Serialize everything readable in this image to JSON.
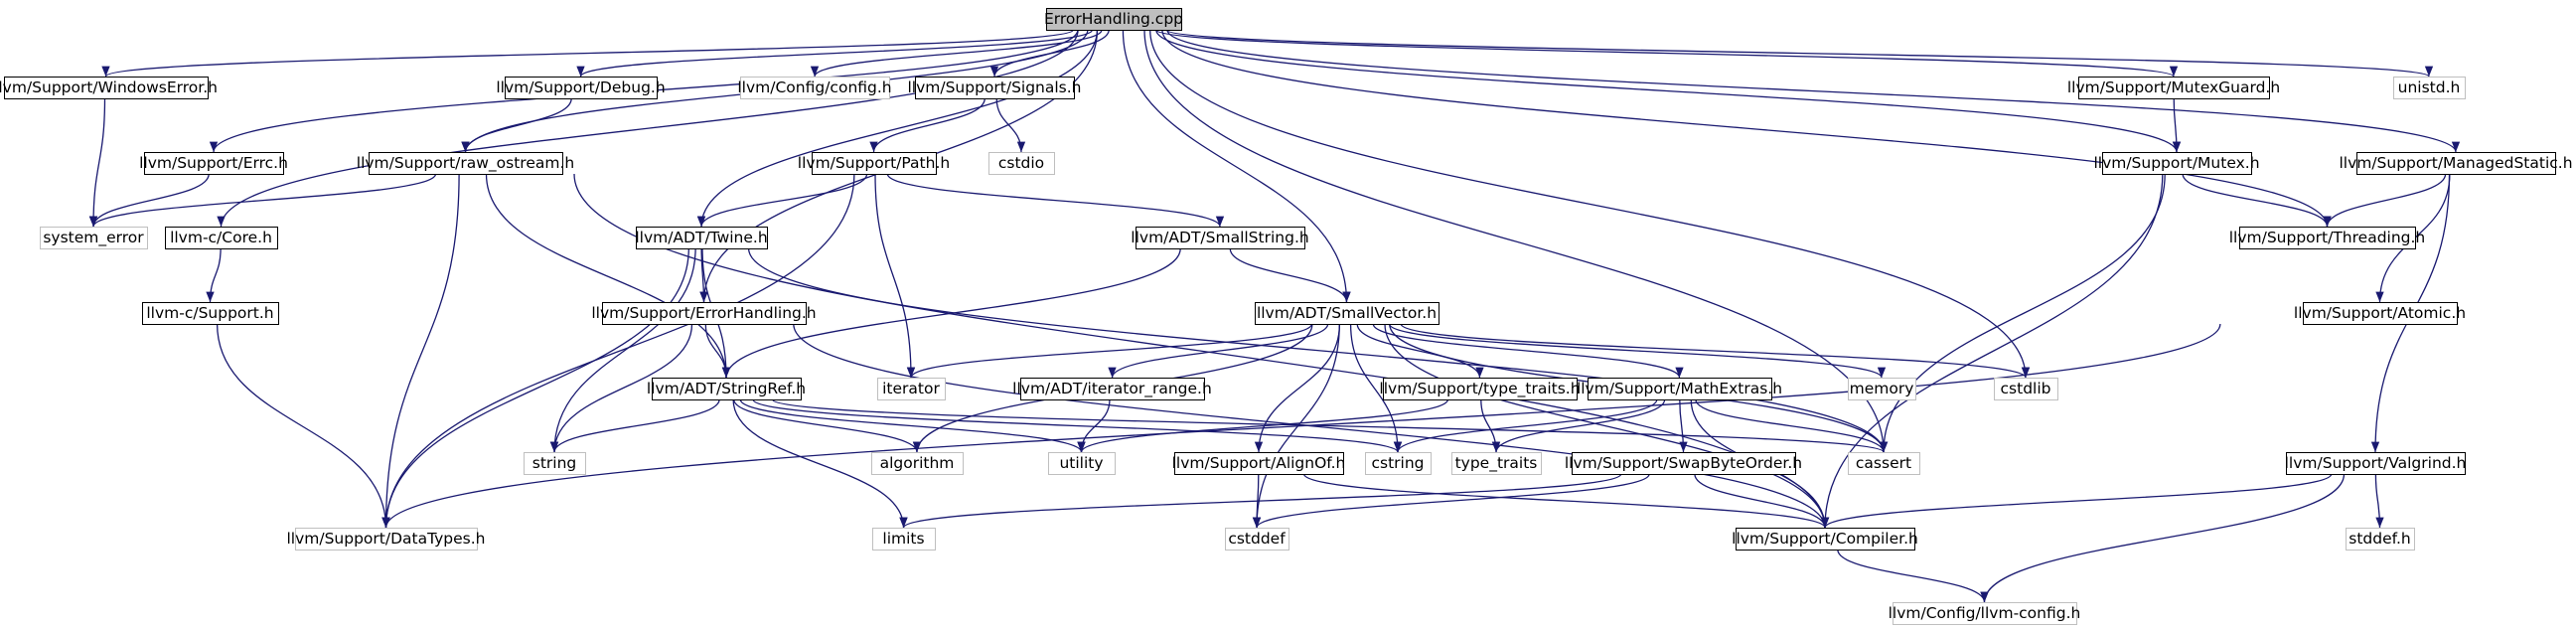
{
  "graph": {
    "edge_color": "#191970",
    "nodes": [
      {
        "id": "root",
        "label": "ErrorHandling.cpp",
        "kind": "root"
      },
      {
        "id": "winerr",
        "label": "llvm/Support/WindowsError.h",
        "kind": "doc"
      },
      {
        "id": "errc",
        "label": "llvm/Support/Errc.h",
        "kind": "doc"
      },
      {
        "id": "debug",
        "label": "llvm/Support/Debug.h",
        "kind": "doc"
      },
      {
        "id": "config",
        "label": "llvm/Config/config.h",
        "kind": "sys"
      },
      {
        "id": "signals",
        "label": "llvm/Support/Signals.h",
        "kind": "doc"
      },
      {
        "id": "mutexguard",
        "label": "llvm/Support/MutexGuard.h",
        "kind": "doc"
      },
      {
        "id": "unistd",
        "label": "unistd.h",
        "kind": "sys"
      },
      {
        "id": "raw_ostream",
        "label": "llvm/Support/raw_ostream.h",
        "kind": "doc"
      },
      {
        "id": "path",
        "label": "llvm/Support/Path.h",
        "kind": "doc"
      },
      {
        "id": "cstdio",
        "label": "cstdio",
        "kind": "sys"
      },
      {
        "id": "mutex",
        "label": "llvm/Support/Mutex.h",
        "kind": "doc"
      },
      {
        "id": "managedstatic",
        "label": "llvm/Support/ManagedStatic.h",
        "kind": "doc"
      },
      {
        "id": "system_error",
        "label": "system_error",
        "kind": "sys"
      },
      {
        "id": "core",
        "label": "llvm-c/Core.h",
        "kind": "doc"
      },
      {
        "id": "twine",
        "label": "llvm/ADT/Twine.h",
        "kind": "doc"
      },
      {
        "id": "smallstring",
        "label": "llvm/ADT/SmallString.h",
        "kind": "doc"
      },
      {
        "id": "threading",
        "label": "llvm/Support/Threading.h",
        "kind": "doc"
      },
      {
        "id": "support_c",
        "label": "llvm-c/Support.h",
        "kind": "doc"
      },
      {
        "id": "errorhandling",
        "label": "llvm/Support/ErrorHandling.h",
        "kind": "doc"
      },
      {
        "id": "smallvector",
        "label": "llvm/ADT/SmallVector.h",
        "kind": "doc"
      },
      {
        "id": "atomic",
        "label": "llvm/Support/Atomic.h",
        "kind": "doc"
      },
      {
        "id": "stringref",
        "label": "llvm/ADT/StringRef.h",
        "kind": "doc"
      },
      {
        "id": "iterator",
        "label": "iterator",
        "kind": "sys"
      },
      {
        "id": "iterator_range",
        "label": "llvm/ADT/iterator_range.h",
        "kind": "doc"
      },
      {
        "id": "type_traits_h",
        "label": "llvm/Support/type_traits.h",
        "kind": "doc"
      },
      {
        "id": "mathextras",
        "label": "llvm/Support/MathExtras.h",
        "kind": "doc"
      },
      {
        "id": "memory",
        "label": "memory",
        "kind": "sys"
      },
      {
        "id": "cstdlib",
        "label": "cstdlib",
        "kind": "sys"
      },
      {
        "id": "string",
        "label": "string",
        "kind": "sys"
      },
      {
        "id": "algorithm",
        "label": "algorithm",
        "kind": "sys"
      },
      {
        "id": "utility",
        "label": "utility",
        "kind": "sys"
      },
      {
        "id": "alignof",
        "label": "llvm/Support/AlignOf.h",
        "kind": "doc"
      },
      {
        "id": "cstring",
        "label": "cstring",
        "kind": "sys"
      },
      {
        "id": "type_traits",
        "label": "type_traits",
        "kind": "sys"
      },
      {
        "id": "swapbyteorder",
        "label": "llvm/Support/SwapByteOrder.h",
        "kind": "doc"
      },
      {
        "id": "cassert",
        "label": "cassert",
        "kind": "sys"
      },
      {
        "id": "valgrind",
        "label": "llvm/Support/Valgrind.h",
        "kind": "doc"
      },
      {
        "id": "datatypes",
        "label": "llvm/Support/DataTypes.h",
        "kind": "sys"
      },
      {
        "id": "limits",
        "label": "limits",
        "kind": "sys"
      },
      {
        "id": "cstddef",
        "label": "cstddef",
        "kind": "sys"
      },
      {
        "id": "compiler",
        "label": "llvm/Support/Compiler.h",
        "kind": "doc"
      },
      {
        "id": "stddef",
        "label": "stddef.h",
        "kind": "sys"
      },
      {
        "id": "llvmconfig",
        "label": "llvm/Config/llvm-config.h",
        "kind": "sys"
      }
    ],
    "edges": [
      [
        "root",
        "winerr"
      ],
      [
        "root",
        "errc"
      ],
      [
        "root",
        "debug"
      ],
      [
        "root",
        "config"
      ],
      [
        "root",
        "signals"
      ],
      [
        "root",
        "mutexguard"
      ],
      [
        "root",
        "unistd"
      ],
      [
        "root",
        "raw_ostream"
      ],
      [
        "root",
        "twine"
      ],
      [
        "root",
        "errorhandling"
      ],
      [
        "root",
        "smallvector"
      ],
      [
        "root",
        "core"
      ],
      [
        "root",
        "cstdlib"
      ],
      [
        "root",
        "mutex"
      ],
      [
        "root",
        "threading"
      ],
      [
        "root",
        "managedstatic"
      ],
      [
        "root",
        "cassert"
      ],
      [
        "winerr",
        "system_error"
      ],
      [
        "errc",
        "system_error"
      ],
      [
        "debug",
        "raw_ostream"
      ],
      [
        "signals",
        "path"
      ],
      [
        "signals",
        "cstdio"
      ],
      [
        "mutexguard",
        "mutex"
      ],
      [
        "raw_ostream",
        "system_error"
      ],
      [
        "raw_ostream",
        "stringref"
      ],
      [
        "raw_ostream",
        "datatypes"
      ],
      [
        "raw_ostream",
        "compiler"
      ],
      [
        "path",
        "twine"
      ],
      [
        "path",
        "smallstring"
      ],
      [
        "path",
        "iterator"
      ],
      [
        "path",
        "datatypes"
      ],
      [
        "mutex",
        "threading"
      ],
      [
        "mutex",
        "cassert"
      ],
      [
        "mutex",
        "compiler"
      ],
      [
        "managedstatic",
        "threading"
      ],
      [
        "managedstatic",
        "atomic"
      ],
      [
        "managedstatic",
        "valgrind"
      ],
      [
        "core",
        "support_c"
      ],
      [
        "support_c",
        "datatypes"
      ],
      [
        "twine",
        "errorhandling"
      ],
      [
        "twine",
        "stringref"
      ],
      [
        "twine",
        "string"
      ],
      [
        "twine",
        "datatypes"
      ],
      [
        "twine",
        "cassert"
      ],
      [
        "smallstring",
        "smallvector"
      ],
      [
        "smallstring",
        "stringref"
      ],
      [
        "errorhandling",
        "stringref"
      ],
      [
        "errorhandling",
        "string"
      ],
      [
        "errorhandling",
        "compiler"
      ],
      [
        "smallvector",
        "iterator"
      ],
      [
        "smallvector",
        "iterator_range"
      ],
      [
        "smallvector",
        "type_traits_h"
      ],
      [
        "smallvector",
        "mathextras"
      ],
      [
        "smallvector",
        "memory"
      ],
      [
        "smallvector",
        "cstdlib"
      ],
      [
        "smallvector",
        "algorithm"
      ],
      [
        "smallvector",
        "alignof"
      ],
      [
        "smallvector",
        "cstring"
      ],
      [
        "smallvector",
        "cstddef"
      ],
      [
        "smallvector",
        "cassert"
      ],
      [
        "smallvector",
        "compiler"
      ],
      [
        "atomic",
        "datatypes"
      ],
      [
        "stringref",
        "string"
      ],
      [
        "stringref",
        "algorithm"
      ],
      [
        "stringref",
        "utility"
      ],
      [
        "stringref",
        "limits"
      ],
      [
        "stringref",
        "cstring"
      ],
      [
        "stringref",
        "cassert"
      ],
      [
        "iterator_range",
        "utility"
      ],
      [
        "type_traits_h",
        "utility"
      ],
      [
        "type_traits_h",
        "type_traits"
      ],
      [
        "mathextras",
        "cstring"
      ],
      [
        "mathextras",
        "type_traits"
      ],
      [
        "mathextras",
        "swapbyteorder"
      ],
      [
        "mathextras",
        "cassert"
      ],
      [
        "mathextras",
        "compiler"
      ],
      [
        "alignof",
        "cstddef"
      ],
      [
        "alignof",
        "compiler"
      ],
      [
        "swapbyteorder",
        "limits"
      ],
      [
        "swapbyteorder",
        "cstddef"
      ],
      [
        "swapbyteorder",
        "compiler"
      ],
      [
        "valgrind",
        "stddef"
      ],
      [
        "valgrind",
        "compiler"
      ],
      [
        "valgrind",
        "llvmconfig"
      ],
      [
        "compiler",
        "llvmconfig"
      ]
    ]
  }
}
